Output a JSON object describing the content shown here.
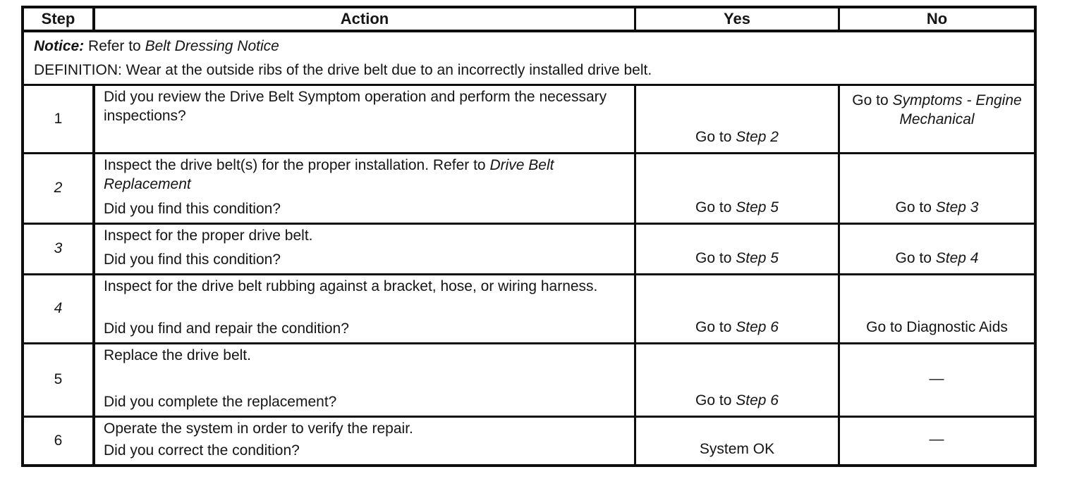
{
  "document": {
    "kind": "service-manual diagnostic step table",
    "paper_color": "#ffffff",
    "ink_color": "#151515",
    "border_color": "#0d0d0d"
  },
  "table": {
    "header": {
      "step": "Step",
      "action": "Action",
      "yes": "Yes",
      "no": "No"
    },
    "notice": {
      "label": "Notice:",
      "text": " Refer to ",
      "reference": "Belt Dressing Notice"
    },
    "definition": {
      "text": "DEFINITION: Wear at the outside ribs of the drive belt due to an incorrectly installed drive belt."
    },
    "rows": [
      {
        "step": "1",
        "action_main": "Did you review the Drive Belt Symptom operation and perform the necessary inspections?",
        "yes_prefix": "Go to ",
        "yes_ref": "Step 2",
        "no_prefix": "Go to ",
        "no_ref": "Symptoms - Engine Mechanical"
      },
      {
        "step": "2",
        "action_main": "Inspect the drive belt(s) for the proper installation. Refer to ",
        "action_ref": "Drive Belt Replacement",
        "action_question": "Did you find this condition?",
        "yes_prefix": "Go to ",
        "yes_ref": "Step 5",
        "no_prefix": "Go to ",
        "no_ref": "Step 3"
      },
      {
        "step": "3",
        "action_main": "Inspect for the proper drive belt.",
        "action_question": "Did you find this condition?",
        "yes_prefix": "Go to ",
        "yes_ref": "Step 5",
        "no_prefix": "Go to ",
        "no_ref": "Step 4"
      },
      {
        "step": "4",
        "action_main": "Inspect for the drive belt rubbing against a bracket, hose, or wiring harness.",
        "action_question": "Did you find and repair the condition?",
        "yes_prefix": "Go to ",
        "yes_ref": "Step 6",
        "no_plain": "Go to Diagnostic Aids"
      },
      {
        "step": "5",
        "action_main": "Replace the drive belt.",
        "action_question": "Did you complete the replacement?",
        "yes_prefix": "Go to ",
        "yes_ref": "Step 6",
        "no_dash": "—"
      },
      {
        "step": "6",
        "action_main": "Operate the system in order to verify the repair.",
        "action_question": "Did you correct the condition?",
        "yes_plain": "System OK",
        "no_dash": "—"
      }
    ]
  }
}
